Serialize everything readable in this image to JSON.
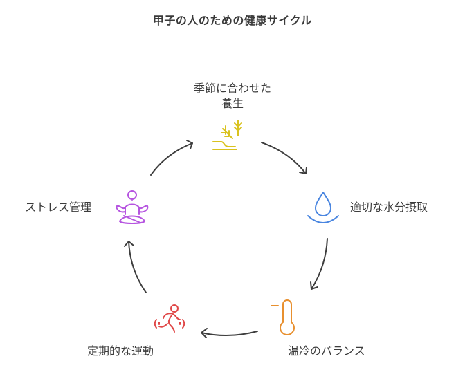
{
  "title": "甲子の人のための健康サイクル",
  "colors": {
    "arrow": "#3d3d3d",
    "seasonal": "#d9c21f",
    "water": "#4a86e0",
    "temperature": "#e8902f",
    "exercise": "#e04848",
    "stress": "#b655e0"
  },
  "steps": [
    {
      "id": "seasonal",
      "label_line1": "季節に合わせた",
      "label_line2": "養生",
      "icon": "sprout-icon"
    },
    {
      "id": "water",
      "label": "適切な水分摂取",
      "icon": "water-drop-icon"
    },
    {
      "id": "temperature",
      "label": "温冷のバランス",
      "icon": "thermometer-icon"
    },
    {
      "id": "exercise",
      "label": "定期的な運動",
      "icon": "running-person-icon"
    },
    {
      "id": "stress",
      "label": "ストレス管理",
      "icon": "meditation-icon"
    }
  ],
  "flow": [
    "seasonal",
    "water",
    "temperature",
    "exercise",
    "stress",
    "seasonal"
  ]
}
